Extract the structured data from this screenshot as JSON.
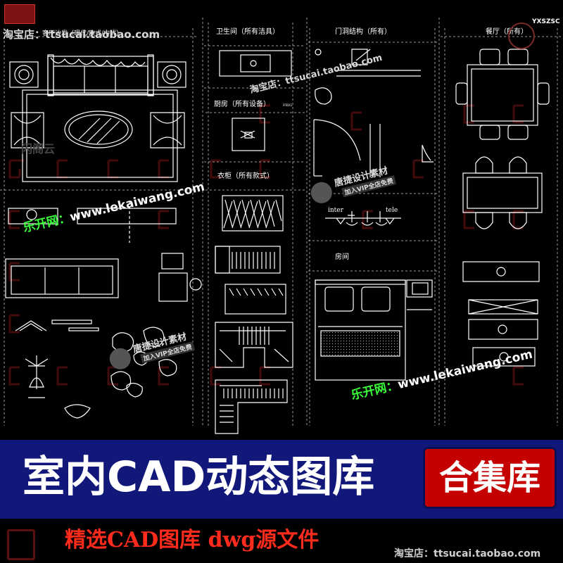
{
  "shop_watermark": "淘宝店：ttsucai.taobao.com",
  "shop_watermark_mid": "淘宝店：ttsucai.taobao.com",
  "code": "YXSZSC",
  "watermark_lekai": "乐开网：www.lekaiwang.com",
  "badge_line1": "唐捷设计素材",
  "badge_line2": "加入VIP全店免费",
  "faint_watermark": "闪阁云",
  "section_labels": {
    "living": "客厅沙发（现代/欧式/中式）",
    "bathroom": "卫生间（所有洁具）",
    "door": "门洞结构（所有）",
    "dining": "餐厅（所有）",
    "kitchen": "厨房（所有设备）",
    "wardrobe": "衣柜（所有款式）",
    "bedroom": "房间"
  },
  "small_tags": {
    "kitchen_tag": "FRIG"
  },
  "light_labels": [
    "inter",
    "tele"
  ],
  "banner": {
    "title": "室内CAD动态图库",
    "badge": "合集库",
    "subtitle": "精选CAD图库   dwg源文件"
  },
  "colors": {
    "banner_band": "#12187a",
    "badge_red": "#c40000",
    "subtitle_red": "#ff2b1c",
    "watermark_white": "#ffffff",
    "watermark_green": "#3bff3b"
  }
}
